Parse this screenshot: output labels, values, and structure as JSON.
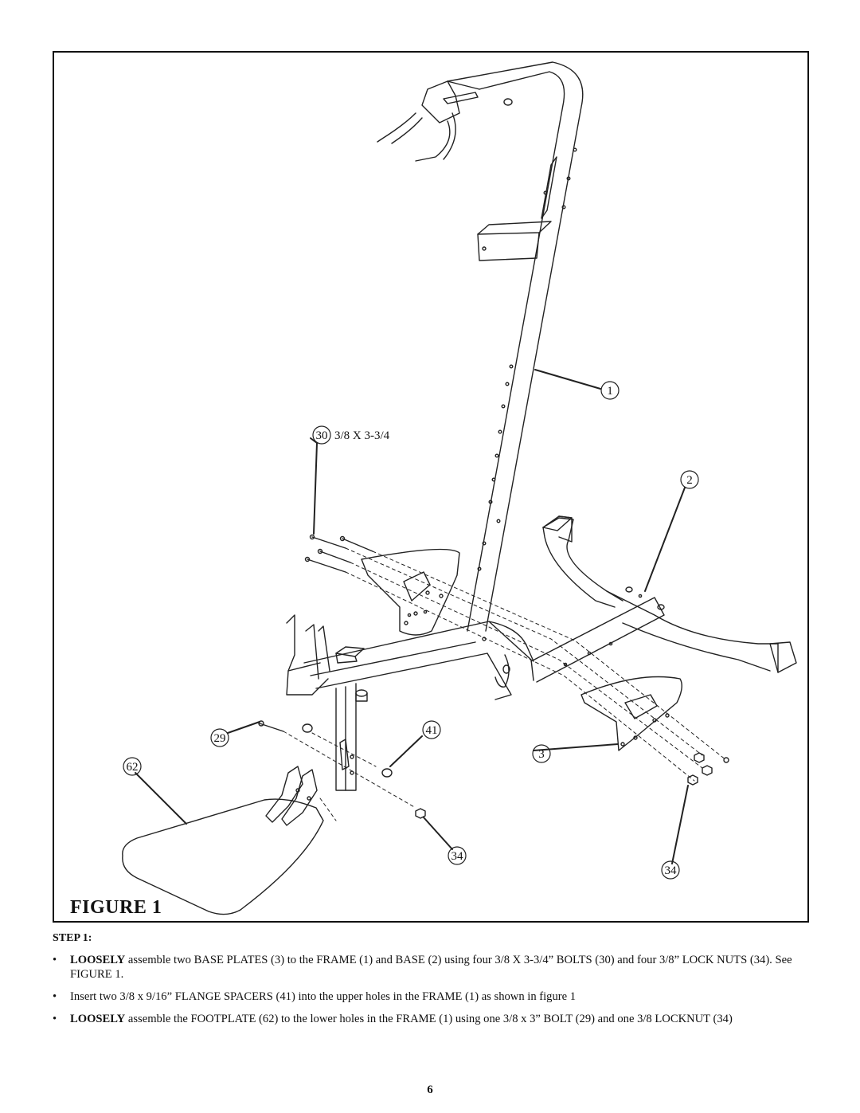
{
  "figure": {
    "label": "FIGURE 1",
    "callouts": [
      {
        "id": "frame",
        "text": "1"
      },
      {
        "id": "base",
        "text": "2"
      },
      {
        "id": "base-plate",
        "text": "3"
      },
      {
        "id": "bolt-30",
        "text": "30"
      },
      {
        "id": "bolt-30-spec",
        "text": "3/8 X 3-3/4"
      },
      {
        "id": "bolt-29",
        "text": "29"
      },
      {
        "id": "footplate",
        "text": "62"
      },
      {
        "id": "flange-spacer",
        "text": "41"
      },
      {
        "id": "locknut-center",
        "text": "34"
      },
      {
        "id": "locknut-right",
        "text": "34"
      }
    ]
  },
  "step": {
    "heading": "STEP 1:",
    "items": [
      {
        "bullet": "•",
        "emphasis": "LOOSELY",
        "text": " assemble two BASE PLATES (3) to the FRAME (1) and BASE (2) using four 3/8 X 3-3/4” BOLTS (30) and four 3/8” LOCK NUTS (34). See FIGURE 1."
      },
      {
        "bullet": "•",
        "emphasis": "",
        "text": "Insert two 3/8 x 9/16” FLANGE SPACERS (41) into the upper holes in the FRAME (1) as shown in figure 1"
      },
      {
        "bullet": "•",
        "emphasis": "LOOSELY",
        "text": " assemble the FOOTPLATE (62) to the lower holes in the FRAME (1) using one 3/8 x 3” BOLT (29)  and one 3/8 LOCKNUT (34)"
      }
    ]
  },
  "page_number": "6"
}
